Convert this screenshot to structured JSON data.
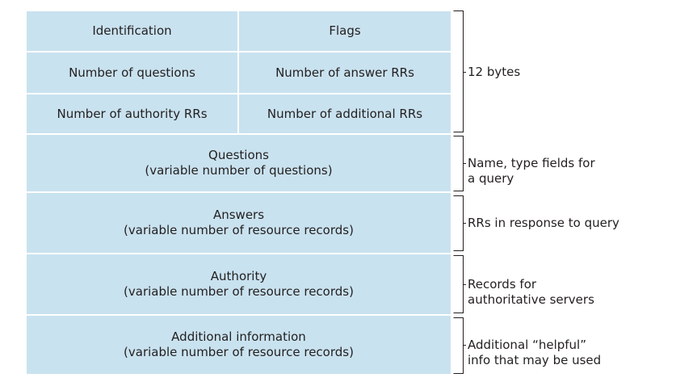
{
  "header": {
    "rows": [
      {
        "left": "Identification",
        "right": "Flags"
      },
      {
        "left": "Number of questions",
        "right": "Number of answer RRs"
      },
      {
        "left": "Number of authority RRs",
        "right": "Number of additional RRs"
      }
    ],
    "note": "12 bytes"
  },
  "sections": [
    {
      "title": "Questions",
      "subtitle": "(variable number of questions)",
      "note_lines": [
        "Name, type fields for",
        "a query"
      ]
    },
    {
      "title": "Answers",
      "subtitle": "(variable number of resource records)",
      "note_lines": [
        "RRs in response to query"
      ]
    },
    {
      "title": "Authority",
      "subtitle": "(variable number of resource records)",
      "note_lines": [
        "Records for",
        "authoritative servers"
      ]
    },
    {
      "title": "Additional information",
      "subtitle": "(variable number of resource records)",
      "note_lines": [
        "Additional “helpful”",
        "info that may be used"
      ]
    }
  ],
  "colors": {
    "cell_fill": "#c9e2ef",
    "text": "#231f20",
    "bracket": "#231f20"
  }
}
